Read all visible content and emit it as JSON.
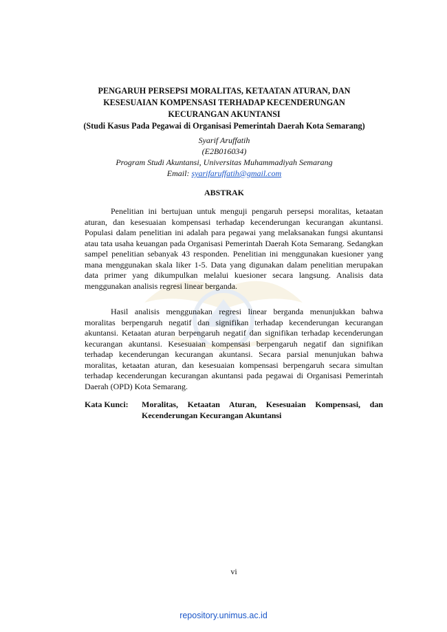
{
  "title": {
    "line1": "PENGARUH PERSEPSI MORALITAS, KETAATAN ATURAN, DAN",
    "line2": "KESESUAIAN KOMPENSASI TERHADAP KECENDERUNGAN",
    "line3": "KECURANGAN AKUNTANSI",
    "line4": "(Studi Kasus Pada Pegawai di Organisasi Pemerintah Daerah Kota Semarang)"
  },
  "author": {
    "name": "Syarif Aruffatih",
    "id": "(E2B016034)",
    "program": "Program Studi Akuntansi, Universitas Muhammadiyah Semarang",
    "email_label": "Email:",
    "email": "syarifaruffatih@gmail.com"
  },
  "abstract": {
    "heading": "ABSTRAK",
    "paragraph1": "Penelitian ini bertujuan untuk menguji pengaruh persepsi moralitas, ketaatan aturan, dan kesesuaian kompensasi terhadap kecenderungan kecurangan akuntansi. Populasi dalam penelitian ini adalah para pegawai yang melaksanakan fungsi akuntansi atau tata usaha keuangan pada Organisasi Pemerintah Daerah Kota Semarang. Sedangkan sampel penelitian sebanyak 43 responden. Penelitian ini menggunakan kuesioner yang mana menggunakan skala liker 1-5. Data yang digunakan dalam penelitian merupakan data primer yang dikumpulkan melalui kuesioner secara langsung. Analisis data menggunakan analisis regresi linear berganda.",
    "paragraph2": "Hasil analisis menggunakan regresi linear berganda menunjukkan bahwa moralitas berpengaruh negatif dan signifikan terhadap kecenderungan kecurangan akuntansi. Ketaatan aturan berpengaruh negatif dan signifikan terhadap kecenderungan kecurangan akuntansi. Kesesuaian kompensasi berpengaruh negatif dan signifikan terhadap kecenderungan kecurangan akuntansi. Secara parsial menunjukan bahwa moralitas, ketaatan aturan, dan kesesuaian kompensasi berpengaruh secara simultan terhadap kecenderungan kecurangan akuntansi pada pegawai di Organisasi Pemerintah Daerah (OPD) Kota Semarang."
  },
  "keywords": {
    "label": "Kata Kunci:",
    "text": "Moralitas, Ketaatan Aturan, Kesesuaian Kompensasi, dan Kecenderungan Kecurangan Akuntansi"
  },
  "page_number": "vi",
  "footer": "repository.unimus.ac.id",
  "colors": {
    "link": "#1a56c8",
    "watermark": "#c8a030"
  }
}
